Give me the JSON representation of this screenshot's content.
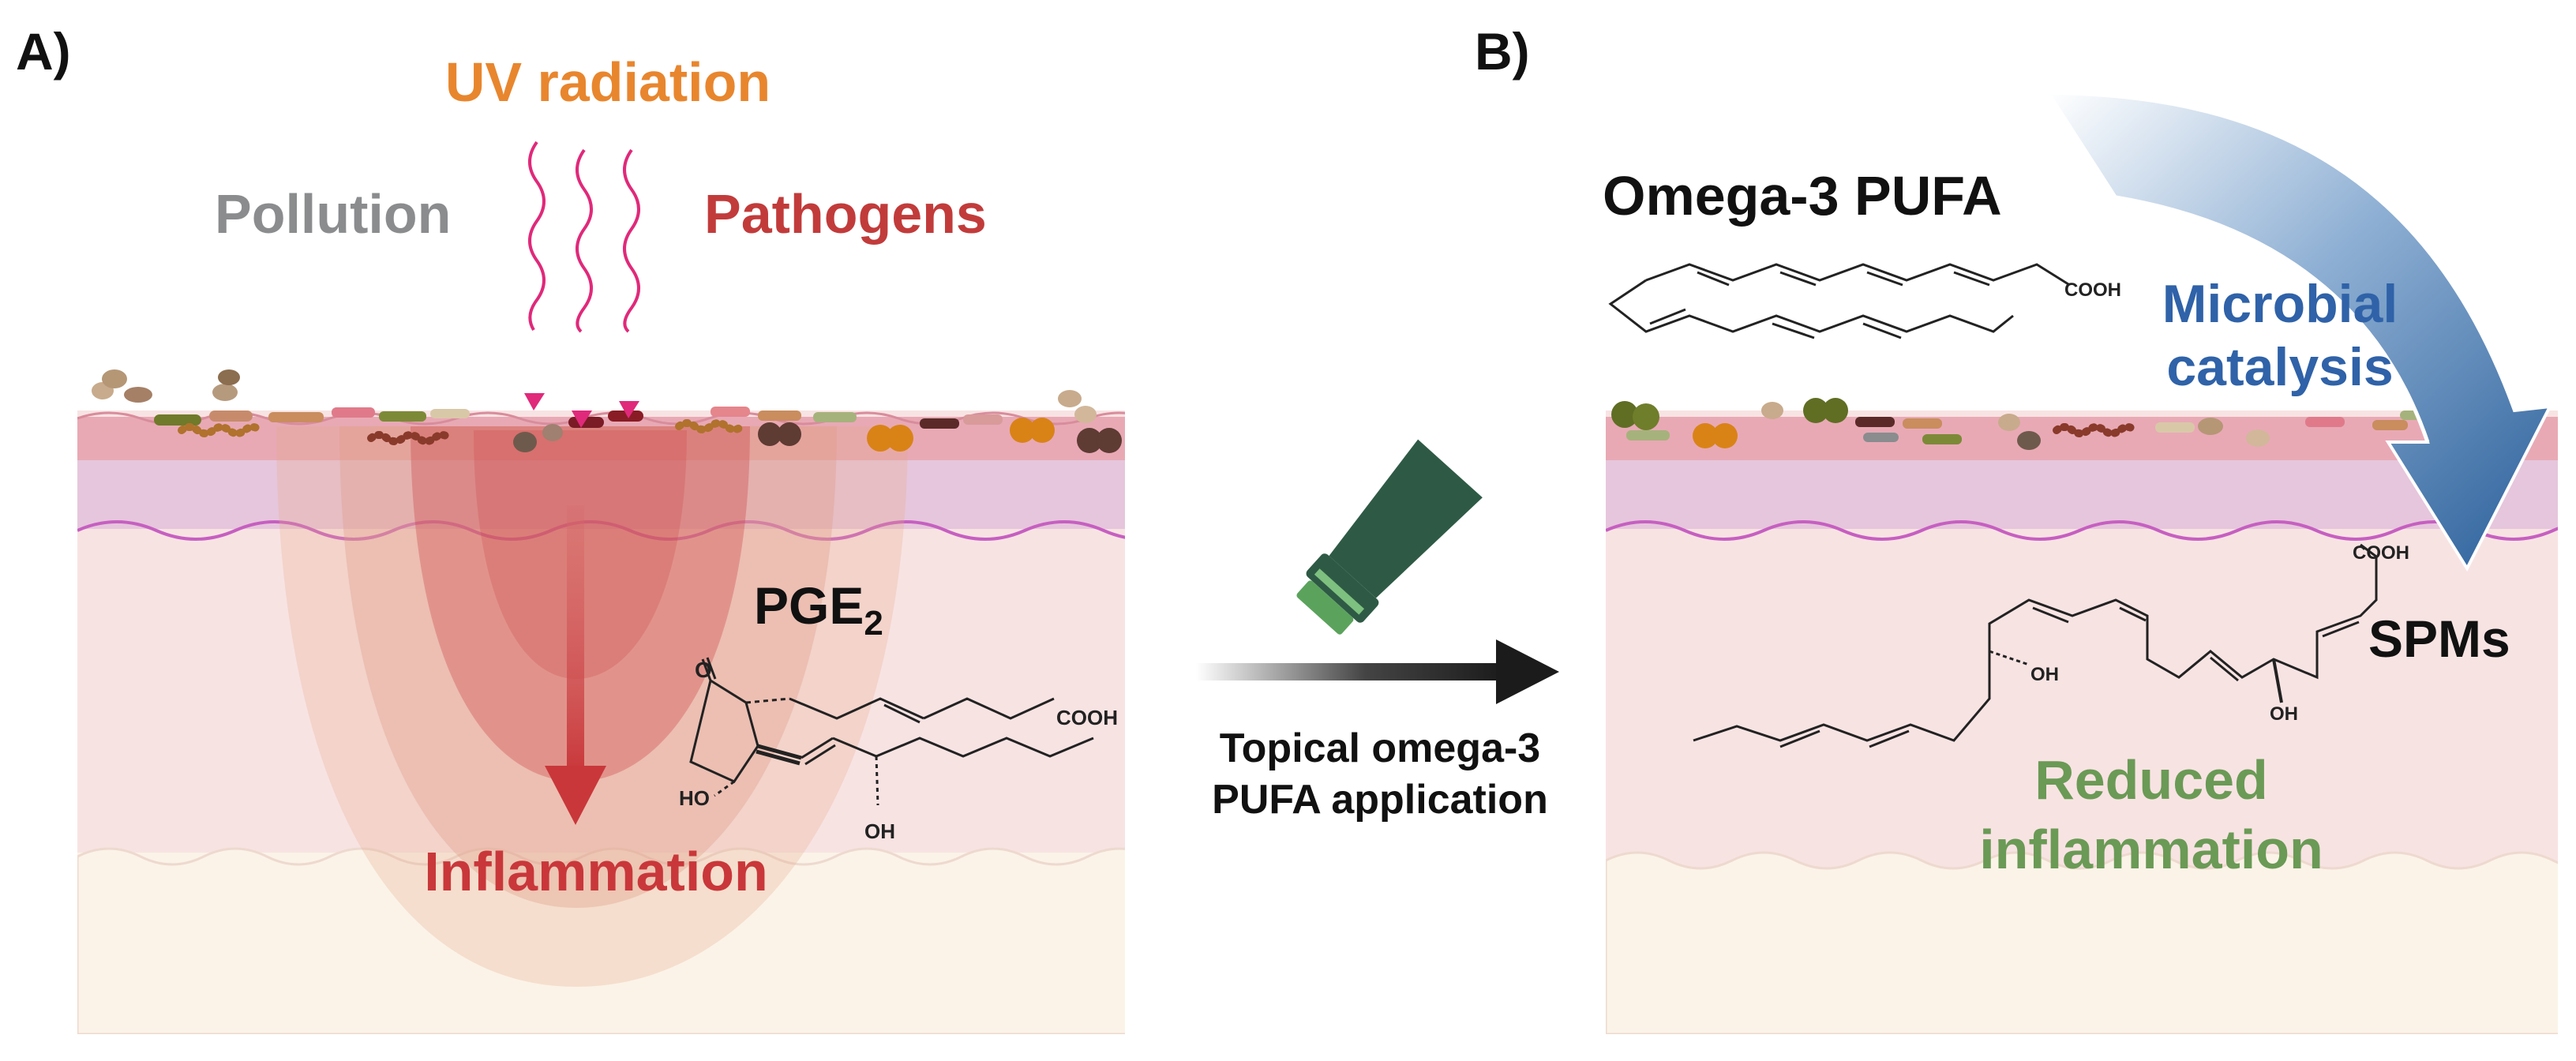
{
  "panels": {
    "a": {
      "label": "A)",
      "stressors": {
        "uv": "UV radiation",
        "pollution": "Pollution",
        "pathogens": "Pathogens"
      },
      "molecule": {
        "name": "PGE",
        "subscript": "2",
        "carboxyl": "COOH",
        "hydroxyl_1": "HO",
        "hydroxyl_2": "OH",
        "ketone": "O"
      },
      "outcome": "Inflammation"
    },
    "b": {
      "label": "B)",
      "substrate": {
        "name": "Omega-3 PUFA",
        "carboxyl": "COOH"
      },
      "process": {
        "line1": "Microbial",
        "line2": "catalysis"
      },
      "product": {
        "name": "SPMs",
        "carboxyl": "COOH",
        "hydroxyl_1": "OH",
        "hydroxyl_2": "OH"
      },
      "outcome": {
        "line1": "Reduced",
        "line2": "inflammation"
      }
    }
  },
  "treatment": {
    "line1": "Topical omega-3",
    "line2": "PUFA application"
  },
  "colors": {
    "uv": "#e8862e",
    "pollution": "#8a8c8e",
    "pathogens": "#c23b3b",
    "inflammation": "#c9373a",
    "microbial": "#2f62a8",
    "reduced": "#6a9a55",
    "uv_ray": "#e0297a",
    "tube": "#2e5a45"
  },
  "icons": [
    "tube-icon",
    "uv-ray-icon",
    "microbe-icon",
    "curved-arrow-icon"
  ]
}
